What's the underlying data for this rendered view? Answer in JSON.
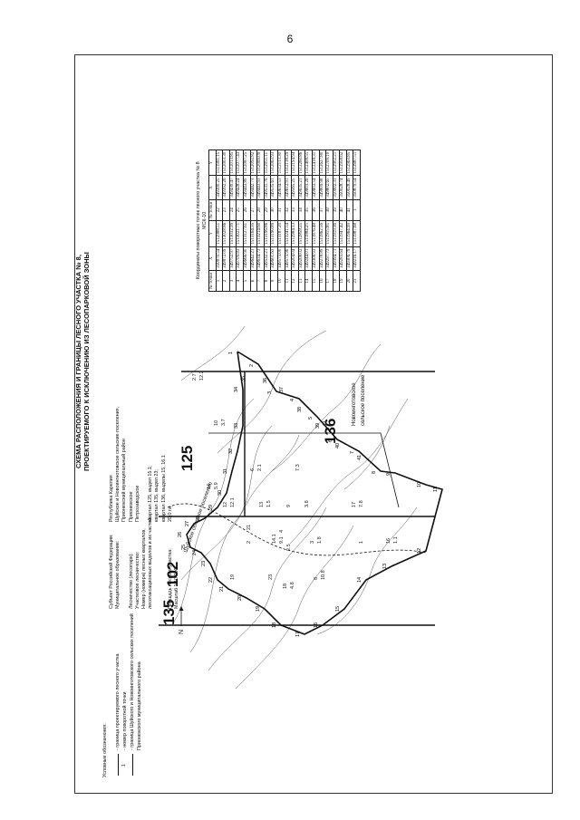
{
  "page_number": "6",
  "title_lines": [
    "СХЕМА РАСПОЛОЖЕНИЯ И ГРАНИЦЫ ЛЕСНОГО УЧАСТКА № 8,",
    "ПРОЕКТИРУЕМОГО К ИСКЛЮЧЕНИЮ ИЗ ЛЕСОПАРКОВОЙ ЗОНЫ"
  ],
  "meta": [
    {
      "k": "Субъект Российской Федерации:",
      "v": "Республика Карелия"
    },
    {
      "k": "Муниципальное образование:",
      "v": "Шуйское и Новоингнотовское сельские поселения,"
    },
    {
      "k": "",
      "v": "Прионежский муниципальный район"
    },
    {
      "k": "Лесничество (лесопарк):",
      "v": "Прионежское"
    },
    {
      "k": "Участковое лесничество:",
      "v": "Петрозаводское"
    },
    {
      "k": "Номер (номера) лесных кварталов,",
      "v": ""
    },
    {
      "k": "лесотаксационных выделов и их частей:",
      "v": "квартал 125, выдел 15.1;"
    },
    {
      "k": "",
      "v": "квартал 135, выдел 23;"
    },
    {
      "k": "",
      "v": "квартал 136, выделы 15, 16.1"
    },
    {
      "k": "Площадь лесного участка:",
      "v": "20,0 га"
    },
    {
      "k": "Масштаб 1:10 000",
      "v": ""
    }
  ],
  "north": "N",
  "legend": {
    "title": "Условные обозначения:",
    "items": [
      {
        "num": "",
        "text": "- граница проектируемого лесного участка"
      },
      {
        "num": "1",
        "text": "- номер поворотной точки"
      },
      {
        "num": "",
        "text": "- граница Шуйского и Новоинготовского сельских поселений"
      },
      {
        "num": "",
        "text": "Прионежского муниципального района"
      }
    ]
  },
  "coord_table": {
    "caption_lines": [
      "Координаты поворотных точек лесного участка № 8",
      "МСК-10"
    ],
    "headers": [
      "№ точки",
      "X",
      "Y",
      "№ точки",
      "X",
      "Y"
    ],
    "rows": [
      [
        "1",
        "350870.54",
        "1512988.51",
        "22",
        "349390.25",
        "1511991.15"
      ],
      [
        "2",
        "349872.09",
        "1513028.86",
        "23",
        "349392.26",
        "1512003.30"
      ],
      [
        "3",
        "349752.97",
        "1513032.99",
        "24",
        "349430.47",
        "1512013.85"
      ],
      [
        "4",
        "349709.83",
        "1513021.71",
        "25",
        "349428.24",
        "1512077.43"
      ],
      [
        "5",
        "349666.90",
        "1513127.61",
        "26",
        "349443.89",
        "1512087.25"
      ],
      [
        "6",
        "349642.21",
        "1513164.35",
        "27",
        "349442.73",
        "1512092.82"
      ],
      [
        "7",
        "349634.73",
        "1513214.60",
        "28",
        "349443.93",
        "1512069.09"
      ],
      [
        "8",
        "349532.21",
        "1513196.86",
        "29",
        "349531.76",
        "1512051.11"
      ],
      [
        "9",
        "349601.63",
        "1513190.89",
        "30",
        "349535.61",
        "1512063.93"
      ],
      [
        "10",
        "349573.00",
        "1513187.20",
        "31",
        "349634.53",
        "1512113.30"
      ],
      [
        "11",
        "349573.96",
        "1513241.54",
        "32",
        "349612.91",
        "1512138.29"
      ],
      [
        "12",
        "349204.04",
        "1512984.13",
        "33",
        "349565.25",
        "1512194.94"
      ],
      [
        "13",
        "349208.02",
        "1512858.25",
        "34",
        "349635.21",
        "1512260.86"
      ],
      [
        "14",
        "349244.01",
        "1511884.25",
        "35",
        "349603.26",
        "1512408.55"
      ],
      [
        "15",
        "349308.93",
        "1511876.48",
        "36",
        "349603.54",
        "1512418.31"
      ],
      [
        "16",
        "349278.89",
        "1511862.56",
        "37",
        "349809.98",
        "1512627.80"
      ],
      [
        "17",
        "349297.73",
        "1511915.85",
        "38",
        "349802.65",
        "1512709.10"
      ],
      [
        "18",
        "349394.71",
        "1511919.36",
        "39",
        "350002.33",
        "1512902.21"
      ],
      [
        "19",
        "349283.64",
        "1511947.42",
        "40",
        "350028.74",
        "1512958.62"
      ],
      [
        "20",
        "349306.79",
        "1511964.99",
        "41",
        "350028.49",
        "1512963.85"
      ],
      [
        "21",
        "349216.17",
        "1511987.68",
        "1",
        "350870.54",
        "1512987.51"
      ]
    ]
  },
  "map": {
    "quarter_labels": [
      "125",
      "136",
      "135",
      "102"
    ],
    "place_labels": [
      "Шуйское сельское поселение",
      "Новоинготовское",
      "сельское поселение"
    ],
    "point_labels": [
      "1",
      "2",
      "3",
      "4",
      "5",
      "6",
      "7",
      "8",
      "9",
      "10",
      "11",
      "12",
      "13",
      "14",
      "15",
      "16",
      "17",
      "18",
      "19",
      "20",
      "21",
      "22",
      "23",
      "24",
      "25",
      "26",
      "27",
      "28",
      "29",
      "30",
      "31",
      "32",
      "33",
      "34",
      "35",
      "36",
      "37",
      "38",
      "39",
      "40",
      "41"
    ],
    "vydel_labels": [
      "14",
      "5.9",
      "12",
      "12.1",
      "2",
      "21",
      "23",
      "7.3",
      "9",
      "3.8",
      "4",
      "2.5",
      "18",
      "4.8",
      "10",
      "3.7",
      "3",
      "1.8",
      "6",
      "2.1",
      "16",
      "1.1",
      "13",
      "1.5",
      "11",
      "17",
      "7.8",
      "8",
      "10.8",
      "19",
      "2.7",
      "12.2",
      "14.1",
      "9.1",
      "1"
    ]
  }
}
